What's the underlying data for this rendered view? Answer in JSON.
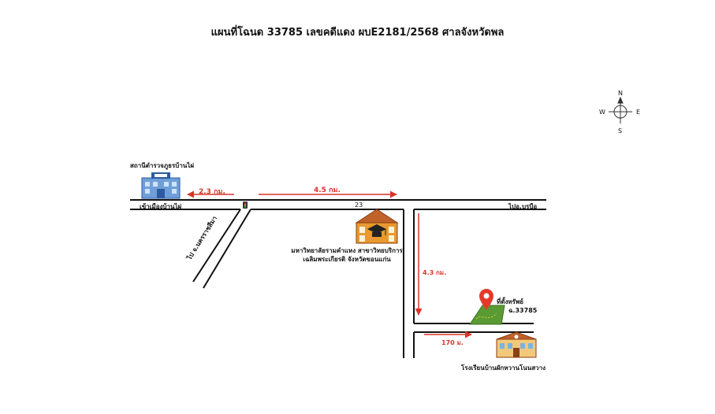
{
  "title": "แผนที่โฉนด 33785  เลขคดีแดง ผบE2181/2568 ศาลจังหวัดพล",
  "compass": {
    "n": "N",
    "s": "S",
    "e": "E",
    "w": "W"
  },
  "police_station": "สถานีตำรวจภูธรบ้านไผ่",
  "to_ban_phai": "เข้าเมืองบ้านไผ่",
  "to_borabue": "ไปอ.บรบือ",
  "to_nakhon_ratchasima": "ไป จ.นครราชสีมา",
  "road_number": "23",
  "university_line1": "มหาวิทยาลัยรามคำแหง สาขาวิทยบริการ",
  "university_line2": "เฉลิมพระเกียรติ จังหวัดขอนแก่น",
  "property_label": "ที่ตั้งทรัพย์",
  "deed_number": "ฉ.33785",
  "school": "โรงเรียนบ้านผักหวานโนนสวาง",
  "distances": {
    "to_police": "2.3 กม.",
    "main_road": "4.5 กม.",
    "side_road": "4.3 กม.",
    "to_property": "170 ม."
  },
  "colors": {
    "road": "#111111",
    "arrow": "#d9342b",
    "land": "#5a9a32",
    "pin": "#e23a2a",
    "building": "#e89a2c"
  }
}
